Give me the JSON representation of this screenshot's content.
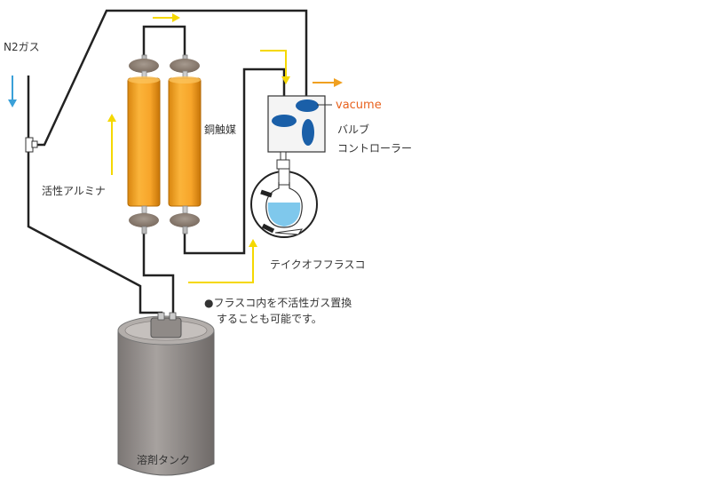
{
  "labels": {
    "n2_gas": "N2ガス",
    "activated_alumina": "活性アルミナ",
    "copper_catalyst": "銅触媒",
    "vacume": "vacume",
    "valve_line1": "バルブ",
    "valve_line2": "コントローラー",
    "takeoff_flask": "テイクオフフラスコ",
    "note_line1": "●フラスコ内を不活性ガス置換",
    "note_line2": "することも可能です。",
    "solvent_tank": "溶剤タンク"
  },
  "colors": {
    "pipe": "#222222",
    "flow_arrow_yellow": "#f5d800",
    "flow_arrow_orange": "#f0a020",
    "gas_arrow_blue": "#3aa0d8",
    "column_orange": "#f5a623",
    "cap_brown": "#8b7b6e",
    "tank_gray": "#9a9592",
    "valve_blue": "#1a5fa8",
    "flask_liquid": "#7fc8ec",
    "text_orange": "#e8621e"
  },
  "icons": {
    "flow_arrow": "arrow-icon",
    "valve_port": "ellipse-icon"
  }
}
